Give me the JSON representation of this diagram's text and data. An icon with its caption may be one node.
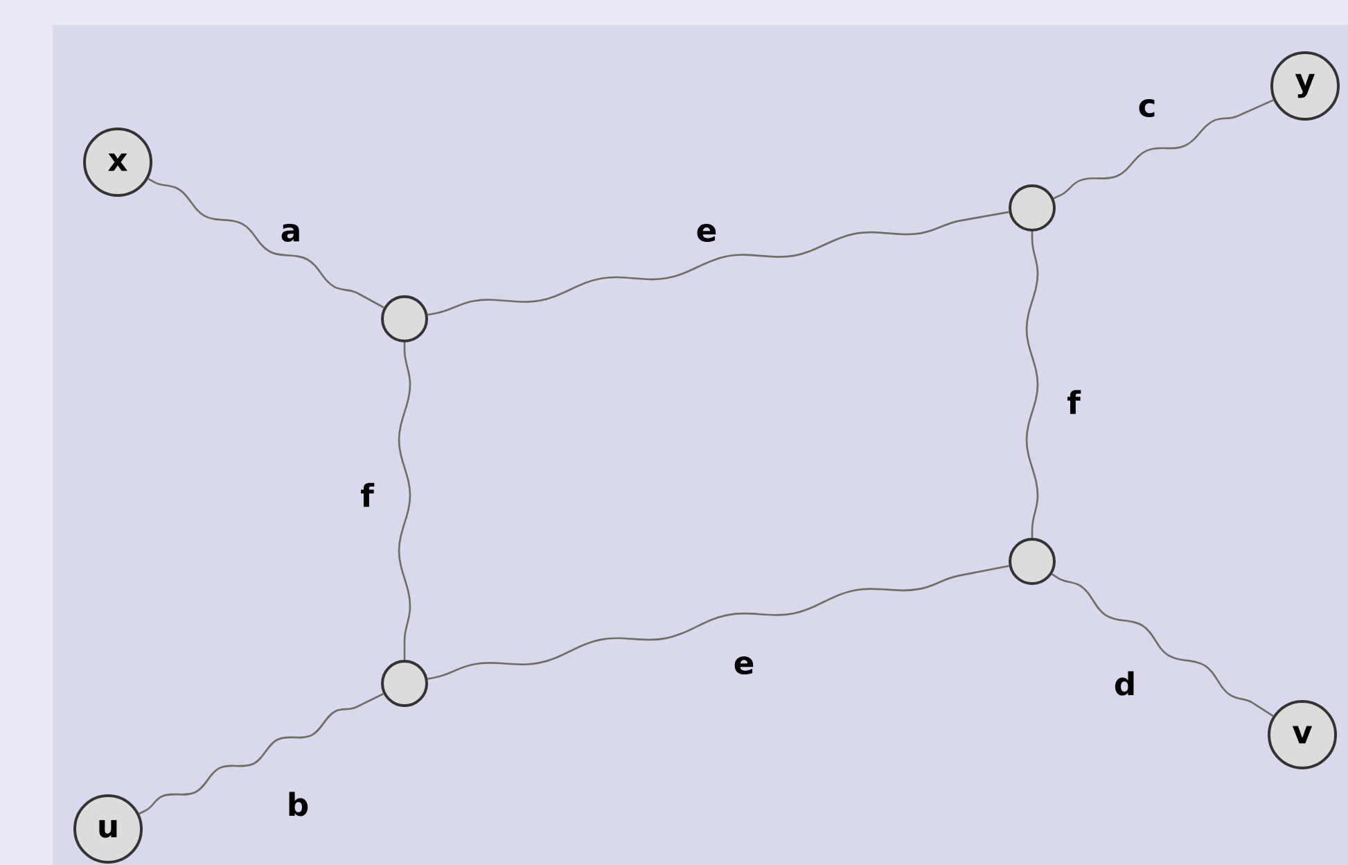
{
  "diagram": {
    "nodes": [
      {
        "text": [
          "x"
        ]
      },
      {
        "text": [
          "y"
        ]
      },
      {
        "text": [],
        "shape": "circle"
      },
      {
        "text": [],
        "shape": "circle"
      },
      {
        "text": [],
        "shape": "circle"
      },
      {
        "text": [],
        "shape": "circle"
      },
      {
        "text": [
          "v"
        ]
      },
      {
        "text": [
          "u"
        ]
      }
    ],
    "edges": [
      {
        "from": 0,
        "to": 2,
        "arrow": "none",
        "label": "a"
      },
      {
        "from": 2,
        "to": 3,
        "arrow": "none",
        "label": "e"
      },
      {
        "from": 3,
        "to": 1,
        "arrow": "none",
        "label": "c"
      },
      {
        "from": 2,
        "to": 4,
        "arrow": "none",
        "label": "f"
      },
      {
        "from": 3,
        "to": 5,
        "arrow": "none",
        "label": "f"
      },
      {
        "from": 4,
        "to": 5,
        "arrow": "none",
        "label": "e"
      },
      {
        "from": 5,
        "to": 6,
        "arrow": "none",
        "label": "d"
      },
      {
        "from": 7,
        "to": 4,
        "arrow": "none",
        "label": "b"
      }
    ]
  }
}
